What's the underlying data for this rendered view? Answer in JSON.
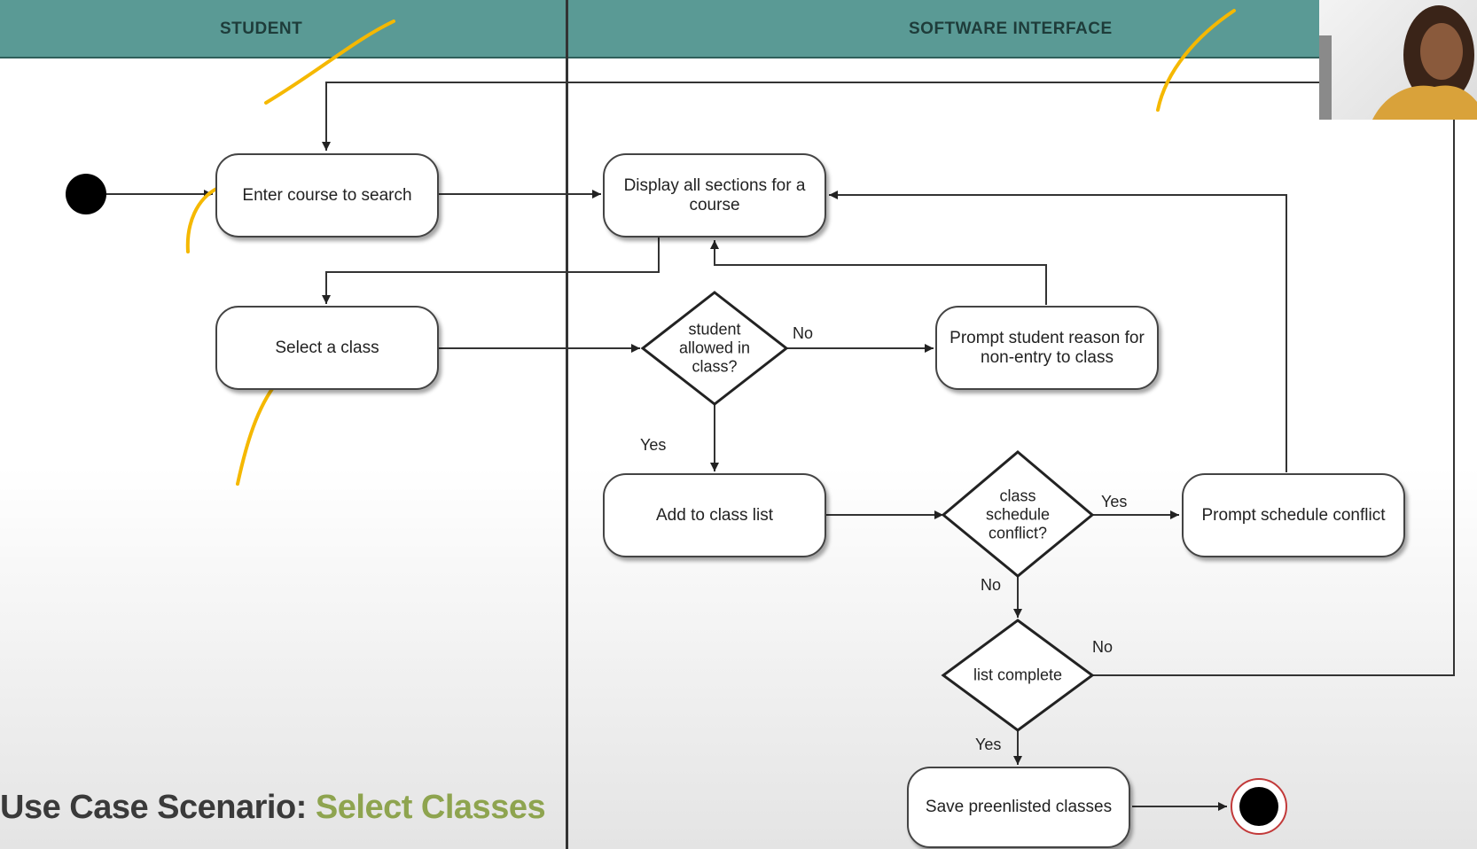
{
  "lanes": {
    "student": "STUDENT",
    "software": "SOFTWARE INTERFACE"
  },
  "actions": {
    "enter_course": "Enter course to search",
    "select_class": "Select a class",
    "display_sections": "Display all sections for a course",
    "prompt_student": "Prompt student reason for non-entry to class",
    "add_to_list": "Add to class list",
    "prompt_conflict": "Prompt schedule conflict",
    "save": "Save preenlisted classes"
  },
  "decisions": {
    "allowed": "student allowed in class?",
    "conflict": "class schedule conflict?",
    "complete": "list complete"
  },
  "edge_labels": {
    "allowed_no": "No",
    "allowed_yes": "Yes",
    "conflict_yes": "Yes",
    "conflict_no": "No",
    "complete_no": "No",
    "complete_yes": "Yes"
  },
  "caption": {
    "prefix": "Use Case Scenario: ",
    "highlight": "Select Classes"
  },
  "colors": {
    "lane_header": "#5a9a95",
    "caption_highlight": "#8ea44f",
    "annotation": "#f5b800"
  }
}
